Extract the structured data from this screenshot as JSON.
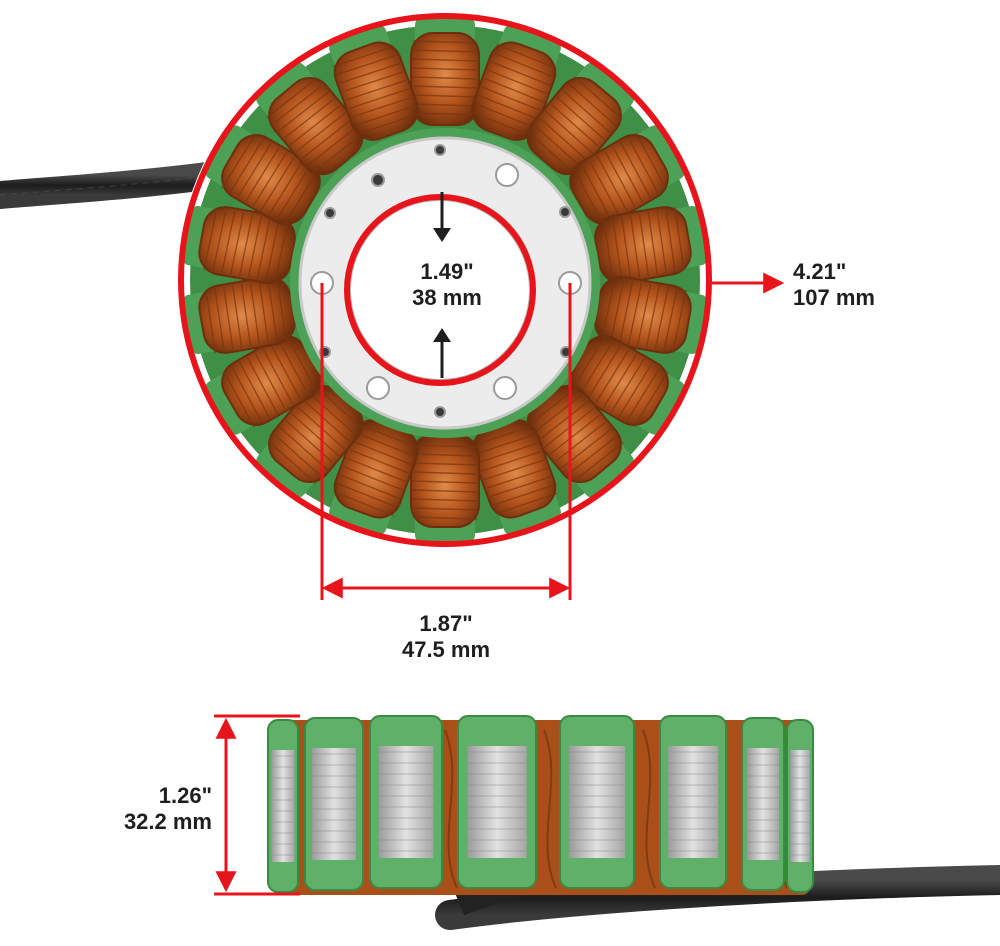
{
  "colors": {
    "dimension": "#e8141b",
    "text": "#1e1e1e",
    "copper": "#b4541c",
    "epoxy_green": "#3a9a4a",
    "lamination_silver": "#c8c8c8",
    "cable": "#2a2a2a"
  },
  "dimensions": {
    "inner_diameter": {
      "inch": "1.49\"",
      "mm": "38 mm"
    },
    "outer_diameter": {
      "inch": "4.21\"",
      "mm": "107 mm"
    },
    "bolt_spacing": {
      "inch": "1.87\"",
      "mm": "47.5 mm"
    },
    "height": {
      "inch": "1.26\"",
      "mm": "32.2 mm"
    }
  }
}
